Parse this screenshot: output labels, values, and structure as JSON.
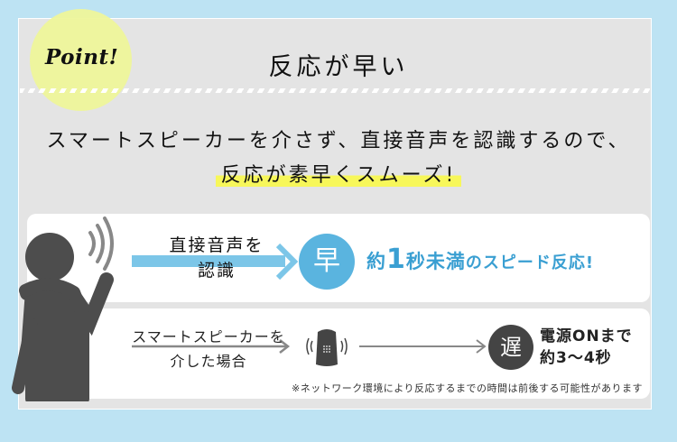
{
  "header": {
    "badge_label": "Point!",
    "title": "反応が早い"
  },
  "intro": {
    "line1": "スマートスピーカーを介さず、直接音声を認識するので、",
    "line2_highlight": "反応が素早くスムーズ!"
  },
  "direct_path": {
    "label_line1": "直接音声を",
    "label_line2": "認識",
    "result_icon_char": "早",
    "result_prefix": "約",
    "result_number": "1",
    "result_unit": "秒未満",
    "result_suffix": "のスピード反応!",
    "accent_color": "#5ab4df"
  },
  "speaker_path": {
    "label_line1": "スマートスピーカーを",
    "label_line2": "介した場合",
    "result_icon_char": "遅",
    "result_line1": "電源ONまで",
    "result_line2": "約3〜4秒",
    "accent_color": "#444444"
  },
  "footnote": "※ネットワーク環境により反応するまでの時間は前後する可能性があります",
  "icons": {
    "person": "person-speaking-icon",
    "sound_waves": "sound-waves-icon",
    "speaker": "smart-speaker-icon",
    "arrow": "arrow-right-icon"
  }
}
